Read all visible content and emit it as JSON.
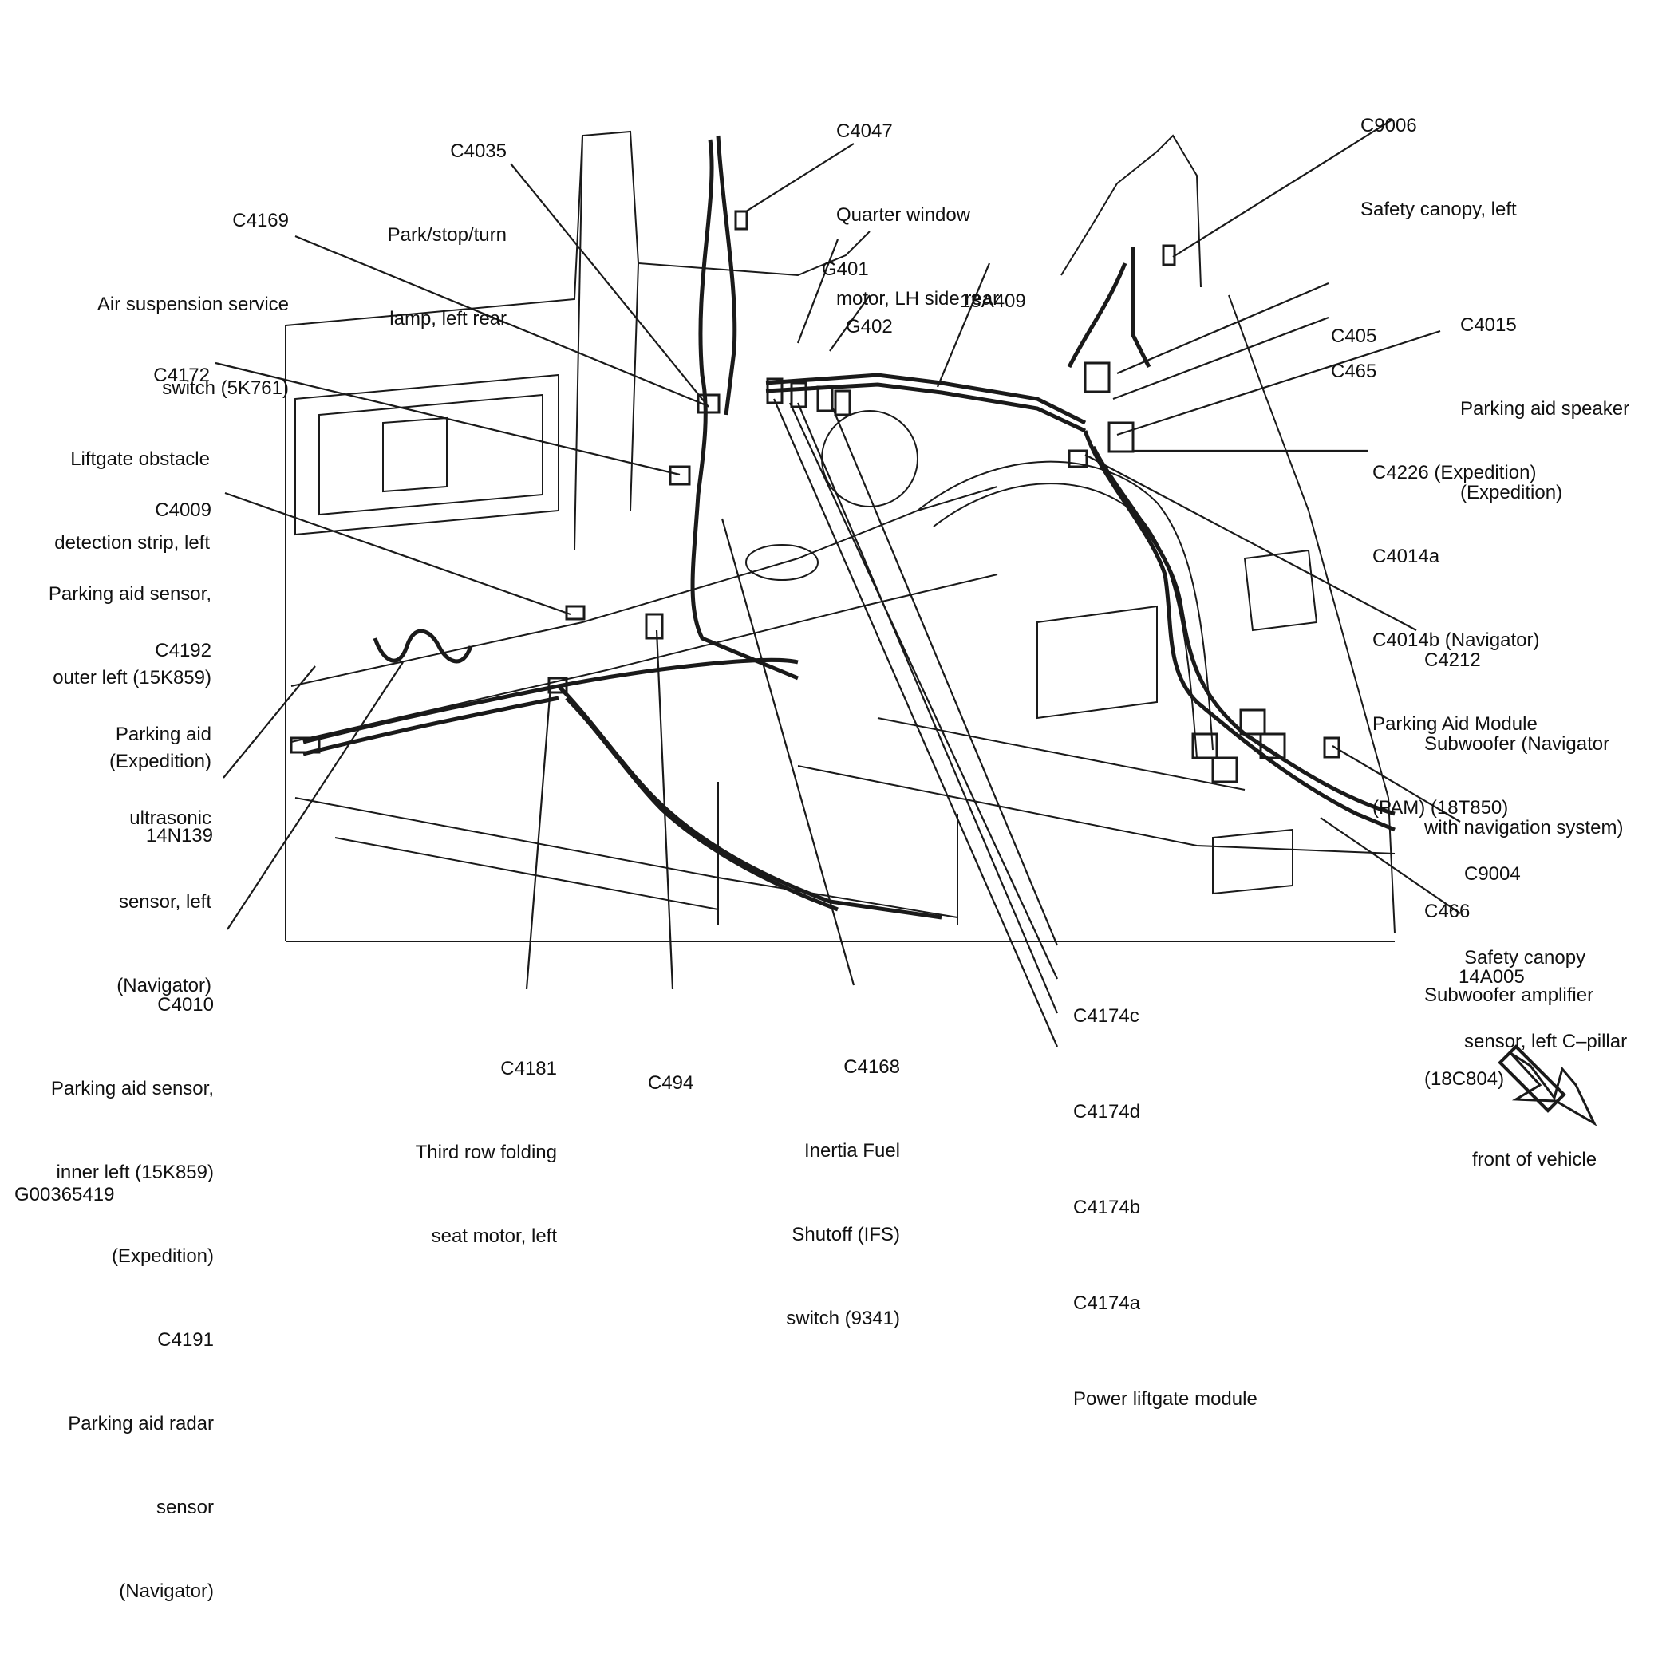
{
  "diagram": {
    "figure_id": "G00365419",
    "direction_label": "front of vehicle",
    "callouts": [
      {
        "id": "c4169",
        "lines": [
          "C4169",
          "Air suspension service",
          "switch (5K761)"
        ]
      },
      {
        "id": "c4035",
        "lines": [
          "C4035",
          "Park/stop/turn",
          "lamp, left rear"
        ]
      },
      {
        "id": "c4047",
        "lines": [
          "C4047",
          "Quarter window",
          "motor, LH side rear"
        ]
      },
      {
        "id": "g401",
        "lines": [
          "G401"
        ]
      },
      {
        "id": "g402",
        "lines": [
          "G402"
        ]
      },
      {
        "id": "13a409",
        "lines": [
          "13A409"
        ]
      },
      {
        "id": "c9006",
        "lines": [
          "C9006",
          "Safety canopy, left"
        ]
      },
      {
        "id": "c405",
        "lines": [
          "C405"
        ]
      },
      {
        "id": "c465",
        "lines": [
          "C465"
        ]
      },
      {
        "id": "c4015",
        "lines": [
          "C4015",
          "Parking aid speaker",
          "(Expedition)"
        ]
      },
      {
        "id": "c4172",
        "lines": [
          "C4172",
          "Liftgate obstacle",
          "detection strip, left"
        ]
      },
      {
        "id": "c4009",
        "lines": [
          "C4009",
          "Parking aid sensor,",
          "outer left (15K859)",
          "(Expedition)"
        ]
      },
      {
        "id": "c4192",
        "lines": [
          "C4192",
          "Parking aid",
          "ultrasonic",
          "sensor, left",
          "(Navigator)"
        ]
      },
      {
        "id": "14n139",
        "lines": [
          "14N139"
        ]
      },
      {
        "id": "c4226",
        "lines": [
          "C4226 (Expedition)",
          "C4014a",
          "C4014b (Navigator)",
          "Parking Aid Module",
          "(PAM) (18T850)"
        ]
      },
      {
        "id": "c4212",
        "lines": [
          "C4212",
          "Subwoofer (Navigator",
          "with navigation system)",
          "C466",
          "Subwoofer amplifier",
          "(18C804)"
        ]
      },
      {
        "id": "c9004",
        "lines": [
          "C9004",
          "Safety canopy",
          "sensor, left C–pillar"
        ]
      },
      {
        "id": "14a005",
        "lines": [
          "14A005"
        ]
      },
      {
        "id": "c4010",
        "lines": [
          "C4010",
          "Parking aid sensor,",
          "inner left (15K859)",
          "(Expedition)",
          "C4191",
          "Parking aid radar",
          "sensor",
          "(Navigator)"
        ]
      },
      {
        "id": "c4181",
        "lines": [
          "C4181",
          "Third row folding",
          "seat motor, left"
        ]
      },
      {
        "id": "c494",
        "lines": [
          "C494"
        ]
      },
      {
        "id": "c4168",
        "lines": [
          "C4168",
          "Inertia Fuel",
          "Shutoff (IFS)",
          "switch (9341)"
        ]
      },
      {
        "id": "c4174",
        "lines": [
          "C4174c",
          "C4174d",
          "C4174b",
          "C4174a",
          "Power liftgate module"
        ]
      }
    ]
  }
}
